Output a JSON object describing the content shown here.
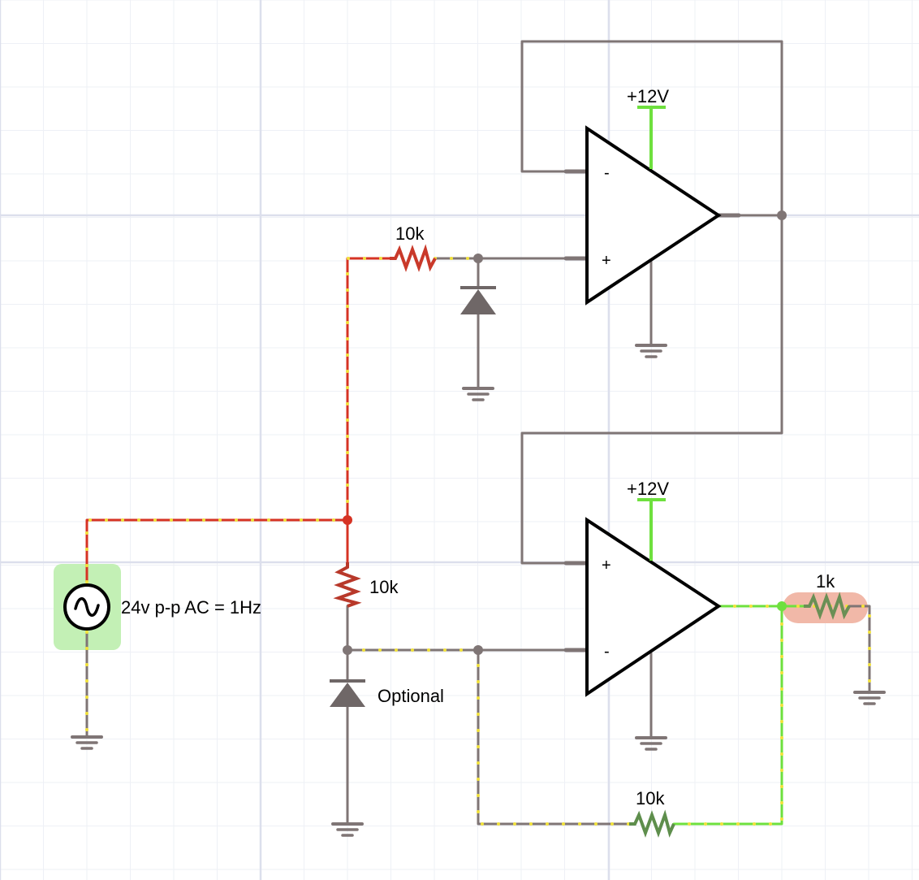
{
  "colors": {
    "background": "#ffffff",
    "grid_minor": "#eef0f6",
    "grid_major": "#dcdfec",
    "wire": "#7f7575",
    "wire_hot": "#d63324",
    "wire_positive": "#6ee03e",
    "current_dots": "#f2e23a",
    "source_highlight": "#c3f0b5",
    "load_highlight": "#f1b8a8",
    "opamp_outline": "#000000"
  },
  "circuit": {
    "source": {
      "label": "24v p-p AC = 1Hz",
      "icon": "ac-source-icon"
    },
    "upper_opamp": {
      "supply": "+12V",
      "inverting": "-",
      "non_inverting": "+",
      "input_resistor": "10k"
    },
    "lower_opamp": {
      "supply": "+12V",
      "inverting": "-",
      "non_inverting": "+",
      "input_resistor": "10k",
      "feedback_resistor": "10k",
      "optional_note": "Optional",
      "load_resistor": "1k"
    }
  }
}
